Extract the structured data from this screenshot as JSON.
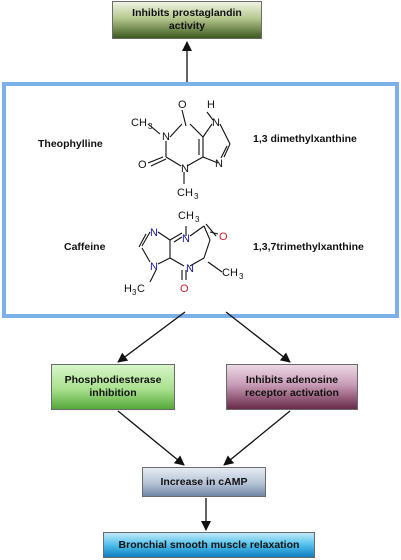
{
  "boxes": {
    "prostaglandin": "Inhibits prostaglandin activity",
    "phosphodiesterase": "Phosphodiesterase inhibition",
    "adenosine": "Inhibits adenosine receptor activation",
    "camp": "Increase in cAMP",
    "relaxation": "Bronchial smooth muscle relaxation"
  },
  "drugs": {
    "theophylline": {
      "name": "Theophylline",
      "chemical": "1,3 dimethylxanthine"
    },
    "caffeine": {
      "name": "Caffeine",
      "chemical": "1,3,7trimethylxanthine"
    }
  },
  "atoms": {
    "O": "O",
    "N": "N",
    "H": "H",
    "CH3": "CH",
    "sub3": "3",
    "H3C": "H",
    "C": "C"
  },
  "colors": {
    "frame": "#7bb1e8",
    "caffeine_nitrogen": "#1a1aa0",
    "caffeine_oxygen": "#cc2030"
  }
}
